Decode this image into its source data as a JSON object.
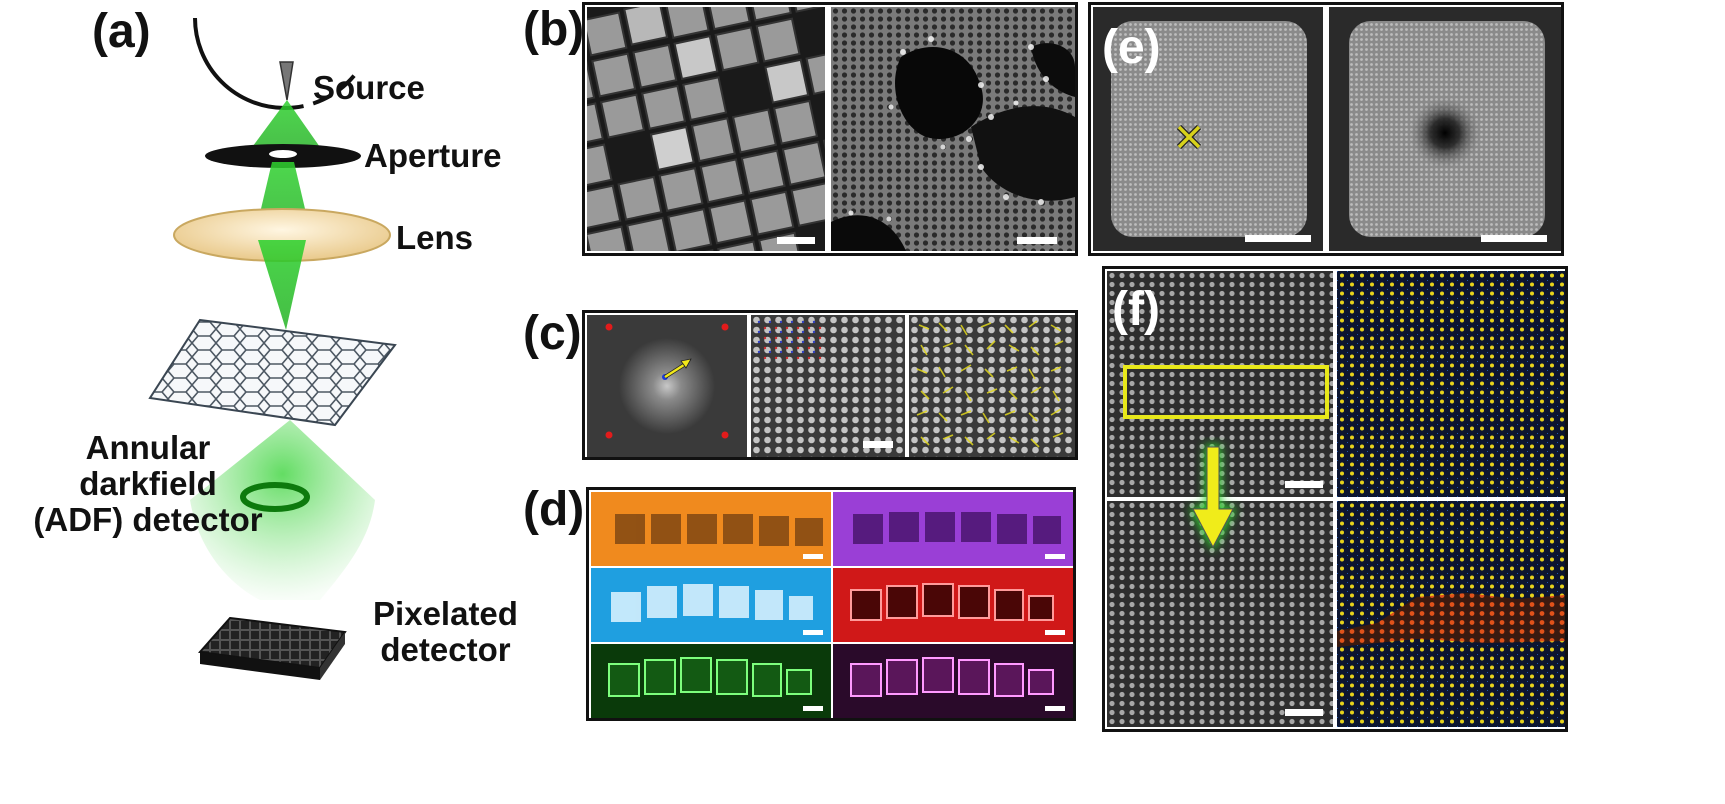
{
  "panels": {
    "a": {
      "label": "(a)"
    },
    "b": {
      "label": "(b)"
    },
    "c": {
      "label": "(c)"
    },
    "d": {
      "label": "(d)"
    },
    "e": {
      "label": "(e)"
    },
    "f": {
      "label": "(f)"
    }
  },
  "optics": {
    "source": "Source",
    "aperture": "Aperture",
    "lens": "Lens",
    "adf_line1": "Annular",
    "adf_line2": "darkfield",
    "adf_line3": "(ADF) detector",
    "pix_line1": "Pixelated",
    "pix_line2": "detector"
  },
  "colors": {
    "beam": "#2fd12f",
    "map_orange": "#f08a1e",
    "map_purple": "#9a3fd6",
    "map_cyan": "#1f9fe0",
    "map_red": "#d01818",
    "map_green": "#1a9a1a",
    "map_magenta": "#c03cc0",
    "highlight_yellow": "#e8e81a"
  }
}
